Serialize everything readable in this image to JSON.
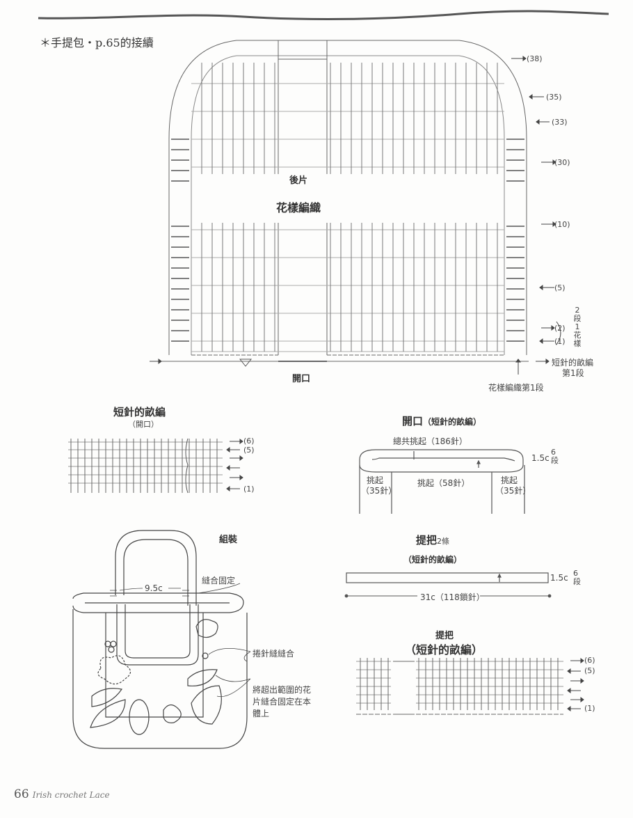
{
  "header": {
    "title": "＊手提包・p.65的接續"
  },
  "main_chart": {
    "piece_label": "後片",
    "pattern_label": "花樣編織",
    "opening_label": "開口",
    "row_markers": [
      "38",
      "35",
      "33",
      "30",
      "10",
      "5",
      "2",
      "1"
    ],
    "repeat_note": [
      "2",
      "段",
      "1",
      "花",
      "樣"
    ],
    "sc_first_row_label": "短針的畝編",
    "sc_first_row_label2": "第1段",
    "pattern_first_row_label": "花樣編織第1段"
  },
  "sc_opening_chart": {
    "title": "短針的畝編",
    "subtitle": "（開口）",
    "row_markers": [
      "6",
      "5",
      "",
      "",
      "",
      "1"
    ]
  },
  "opening_diagram": {
    "title": "開口",
    "title_suffix": "（短針的畝編）",
    "total_pickup": "總共挑起（186針）",
    "left_pickup_1": "挑起",
    "left_pickup_2": "（35針）",
    "center_pickup": "挑起（58針）",
    "right_pickup_1": "挑起",
    "right_pickup_2": "（35針）",
    "height": "1.5c",
    "rows": "6",
    "rows_unit": "段"
  },
  "handle_diagram": {
    "title": "提把",
    "count": "2條",
    "subtitle": "（短針的畝編）",
    "height": "1.5c",
    "rows": "6",
    "rows_unit": "段",
    "length": "31c（118鎖針）"
  },
  "handle_chart": {
    "title": "提把",
    "subtitle": "（短針的畝編）",
    "row_markers": [
      "6",
      "5",
      "",
      "",
      "",
      "1"
    ]
  },
  "assembly": {
    "title": "組裝",
    "handle_gap": "9.5c",
    "sew_fix": "縫合固定",
    "whip_stitch": "捲針縫縫合",
    "note_line1": "將超出範圍的花",
    "note_line2": "片縫合固定在本",
    "note_line3": "體上"
  },
  "footer": {
    "page_number": "66",
    "book_title": "Irish crochet Lace"
  }
}
